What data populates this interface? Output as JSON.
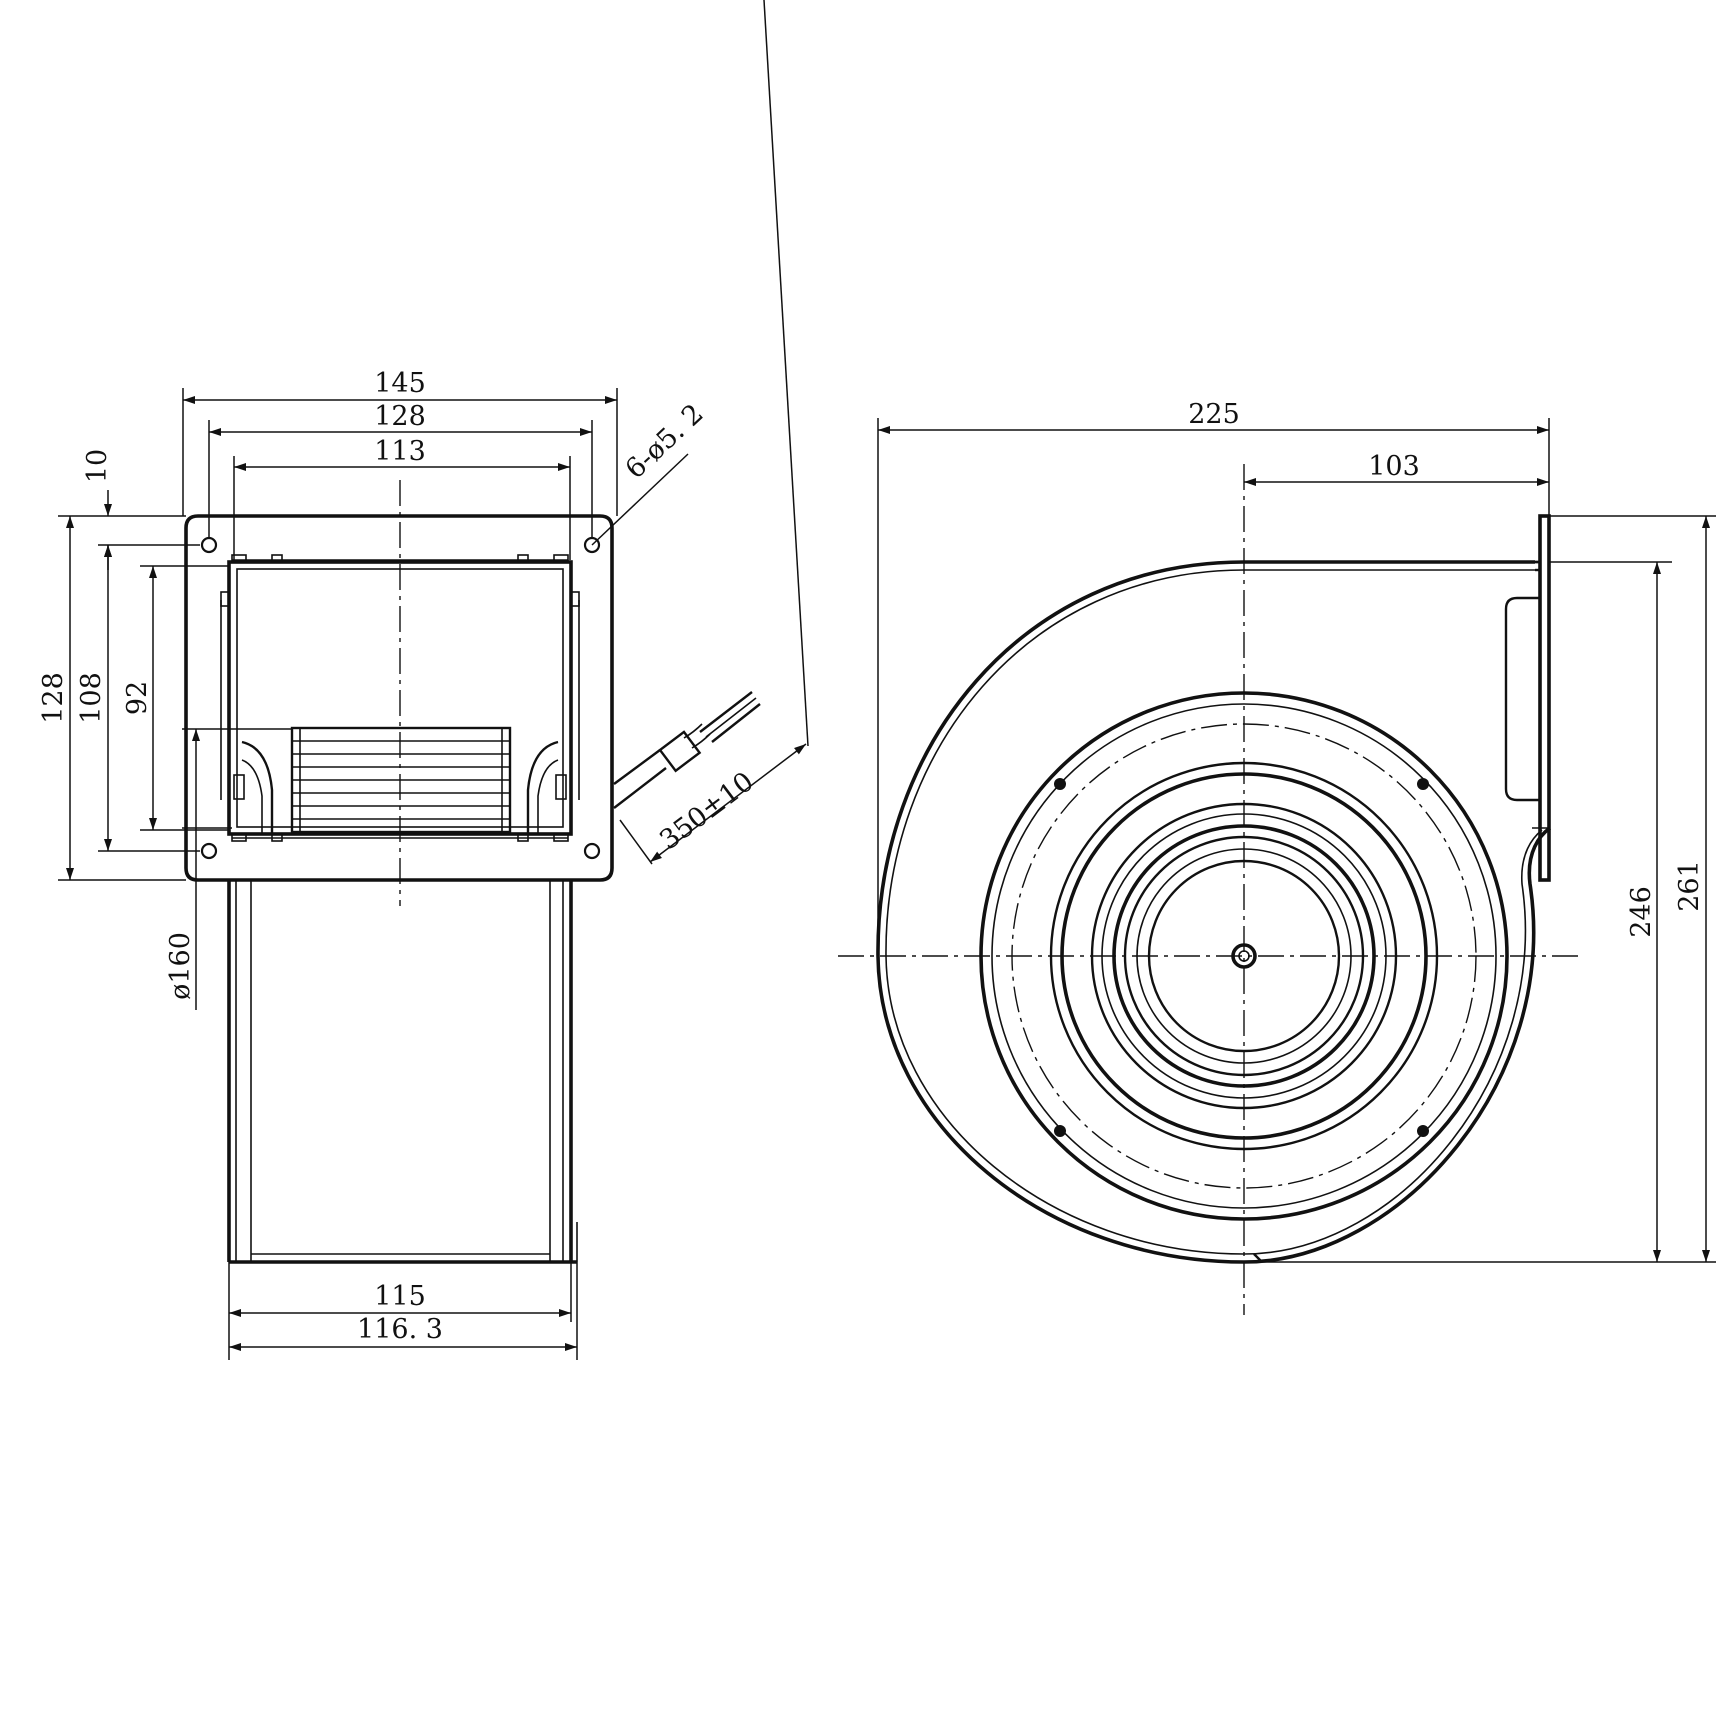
{
  "front_view": {
    "dimensions": {
      "width_145": "145",
      "width_128": "128",
      "width_113": "113",
      "height_10": "10",
      "height_128": "128",
      "height_108": "108",
      "height_92": "92",
      "diameter_160": "ø160",
      "width_115": "115",
      "width_116_3": "116. 3",
      "holes": "6-ø5. 2",
      "cable_length": "350±10"
    }
  },
  "side_view": {
    "dimensions": {
      "width_225": "225",
      "width_103": "103",
      "height_246": "246",
      "height_261": "261"
    }
  }
}
